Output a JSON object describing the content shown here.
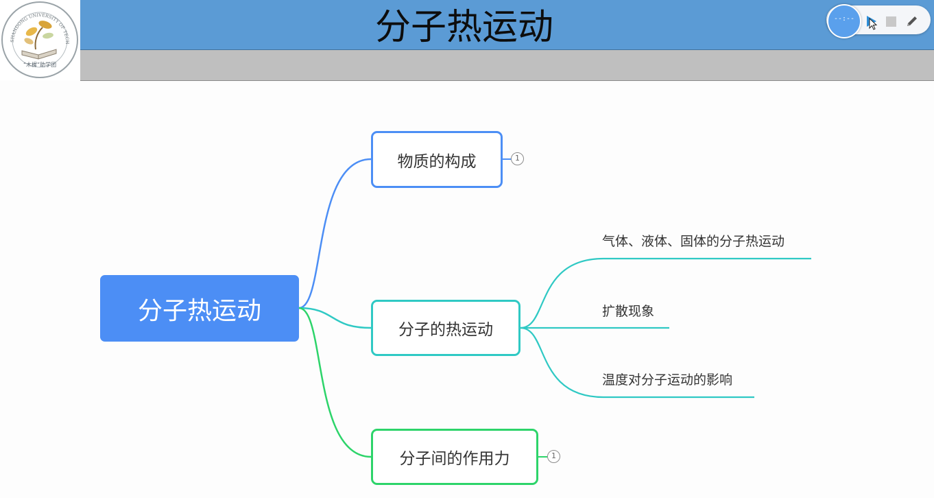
{
  "header": {
    "title": "分子热运动",
    "logo": {
      "ring_text": "SHANDONG UNIVERSITY OF TECHNOLOGY",
      "bottom_text": "“木樨”助学团"
    }
  },
  "player": {
    "time": "--:--",
    "icons": [
      "play-icon",
      "stop-icon",
      "pen-icon"
    ]
  },
  "mindmap": {
    "root": "分子热运动",
    "branches": [
      {
        "label": "物质的构成",
        "collapsed_count": "1",
        "color": "#4c8ef5",
        "children": []
      },
      {
        "label": "分子的热运动",
        "color": "#2fc9c4",
        "children": [
          "气体、液体、固体的分子热运动",
          "扩散现象",
          "温度对分子运动的影响"
        ]
      },
      {
        "label": "分子间的作用力",
        "collapsed_count": "1",
        "color": "#2dd46a",
        "children": []
      }
    ]
  },
  "colors": {
    "title_bar": "#5b9bd5",
    "subtitle_bar": "#bfbfbf",
    "root_fill": "#4c8ef5"
  }
}
